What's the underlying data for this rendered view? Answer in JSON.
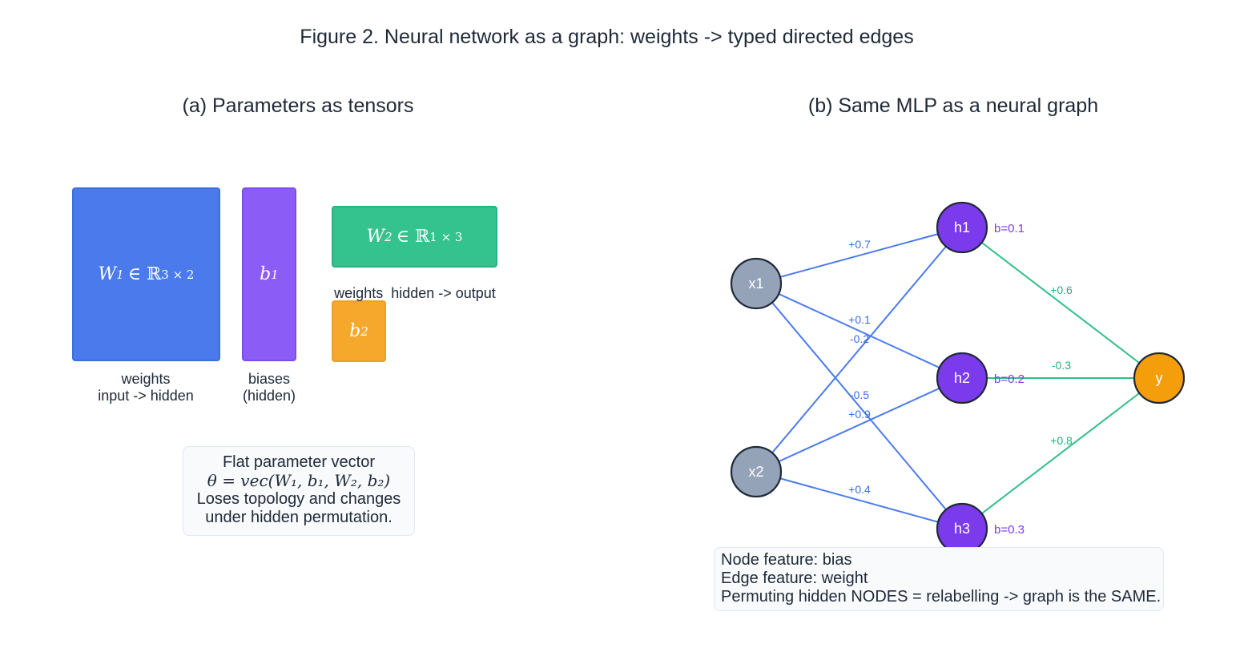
{
  "figure_title": "Figure 2. Neural network as a graph: weights -> typed directed edges",
  "panel_a": {
    "subtitle": "(a) Parameters as tensors",
    "tensors": {
      "w1": {
        "symbol": "W",
        "index": "1",
        "space": "∈ ℝ",
        "dims": "3 × 2",
        "color": "#4a7aec"
      },
      "b1": {
        "symbol": "b",
        "index": "1",
        "color": "#8b5cf6"
      },
      "w2": {
        "symbol": "W",
        "index": "2",
        "space": "∈ ℝ",
        "dims": "1 × 3",
        "color": "#34c38f"
      },
      "b2": {
        "symbol": "b",
        "index": "2",
        "color": "#f5a82c"
      }
    },
    "captions": {
      "w1_line1": "weights",
      "w1_line2": "input -> hidden",
      "b1_line1": "biases",
      "b1_line2": "(hidden)",
      "w2": "weights  hidden -> output"
    },
    "note": {
      "line1": "Flat parameter vector",
      "line2": "θ = vec(W₁, b₁, W₂, b₂)",
      "line3": "Loses topology and changes",
      "line4": "under hidden permutation."
    }
  },
  "panel_b": {
    "subtitle": "(b) Same MLP as a neural graph",
    "colors": {
      "input": "#94a3b8",
      "hidden": "#7c3aed",
      "output": "#f59e0b",
      "edge_in": "#4a7aec",
      "edge_out": "#2fbf86",
      "stroke": "#1f2937"
    },
    "nodes": [
      {
        "id": "x1",
        "label": "x1",
        "type": "input"
      },
      {
        "id": "x2",
        "label": "x2",
        "type": "input"
      },
      {
        "id": "h1",
        "label": "h1",
        "type": "hidden",
        "bias": "b=0.1"
      },
      {
        "id": "h2",
        "label": "h2",
        "type": "hidden",
        "bias": "b=0.2"
      },
      {
        "id": "h3",
        "label": "h3",
        "type": "hidden",
        "bias": "b=0.3"
      },
      {
        "id": "y",
        "label": "y",
        "type": "output"
      }
    ],
    "edges": [
      {
        "from": "x1",
        "to": "h1",
        "weight": "+0.7"
      },
      {
        "from": "x1",
        "to": "h2",
        "weight": "+0.1"
      },
      {
        "from": "x1",
        "to": "h3",
        "weight": "-0.5"
      },
      {
        "from": "x2",
        "to": "h1",
        "weight": "-0.2"
      },
      {
        "from": "x2",
        "to": "h2",
        "weight": "+0.9"
      },
      {
        "from": "x2",
        "to": "h3",
        "weight": "+0.4"
      },
      {
        "from": "h1",
        "to": "y",
        "weight": "+0.6"
      },
      {
        "from": "h2",
        "to": "y",
        "weight": "-0.3"
      },
      {
        "from": "h3",
        "to": "y",
        "weight": "+0.8"
      }
    ],
    "note": {
      "line1": "Node feature: bias",
      "line2": "Edge feature: weight",
      "line3": "Permuting hidden NODES = relabelling -> graph is the SAME."
    }
  }
}
